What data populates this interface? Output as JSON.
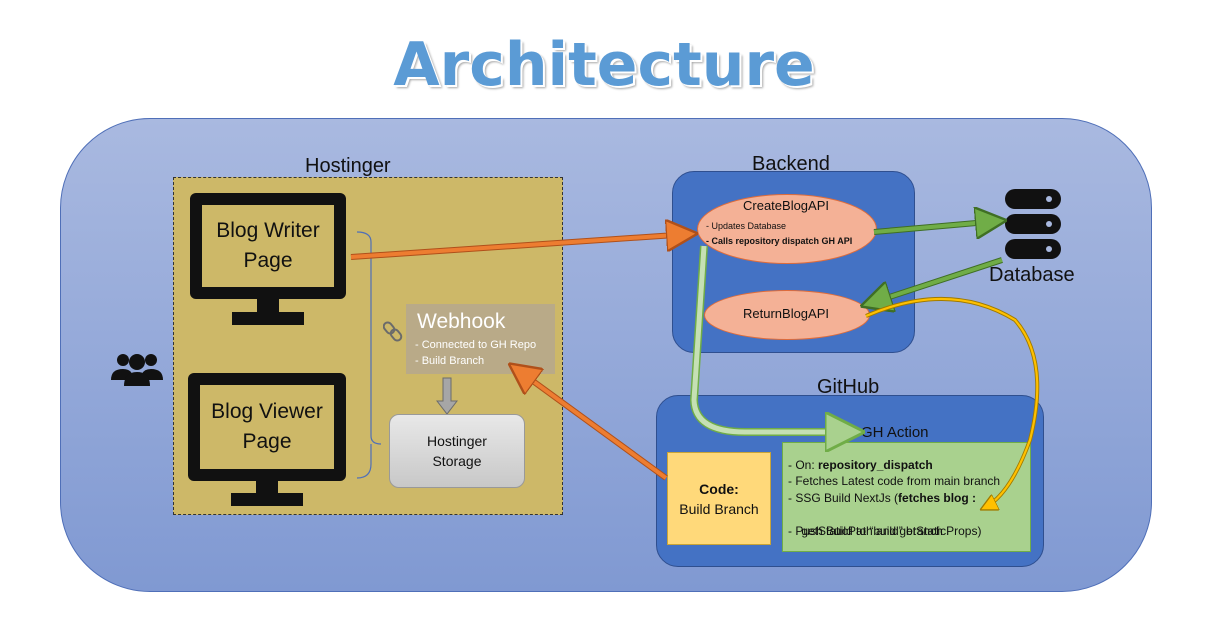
{
  "title": "Architecture",
  "hostinger": {
    "label": "Hostinger",
    "blog_writer": "Blog Writer\nPage",
    "blog_viewer": "Blog Viewer\nPage",
    "webhook": {
      "title": "Webhook",
      "items": [
        "-  Connected to GH Repo",
        "-  Build Branch"
      ]
    },
    "storage": [
      "Hostinger",
      "Storage"
    ]
  },
  "backend": {
    "label": "Backend",
    "create_api": {
      "title": "CreateBlogAPI",
      "items": [
        "- Updates Database",
        "- Calls repository dispatch GH API"
      ]
    },
    "return_api": "ReturnBlogAPI"
  },
  "database": {
    "label": "Database"
  },
  "github": {
    "label": "GitHub",
    "gh_action": "GH Action",
    "code": {
      "bold": "Code:",
      "text": "Build Branch"
    },
    "steps": [
      {
        "prefix": "- On: ",
        "bold": "repository_dispatch",
        "suffix": ""
      },
      {
        "prefix": "- Fetches Latest code from main branch",
        "bold": "",
        "suffix": ""
      },
      {
        "prefix": "- SSG Build NextJs (",
        "bold": "fetches blog :",
        "suffix": ""
      },
      {
        "prefix": "  getStaticPath and getStaticProps)",
        "bold": "",
        "suffix": ""
      },
      {
        "prefix": "- Push Build to “build” branch",
        "bold": "",
        "suffix": ""
      }
    ]
  },
  "colors": {
    "title": "#5b9bd5",
    "outer": "#8fa6d8",
    "hostinger_bg": "#cdb868",
    "api_ellipse": "#f4b196",
    "panel_blue": "#4472c4",
    "gh_action_bg": "#a9d18e",
    "code_bg": "#ffd97a",
    "arrow_orange": "#ed7d31",
    "arrow_green": "#70ad47",
    "arrow_gold": "#c09000"
  },
  "icons": [
    "users-icon",
    "database-icon",
    "link-icon",
    "monitor-icon"
  ]
}
